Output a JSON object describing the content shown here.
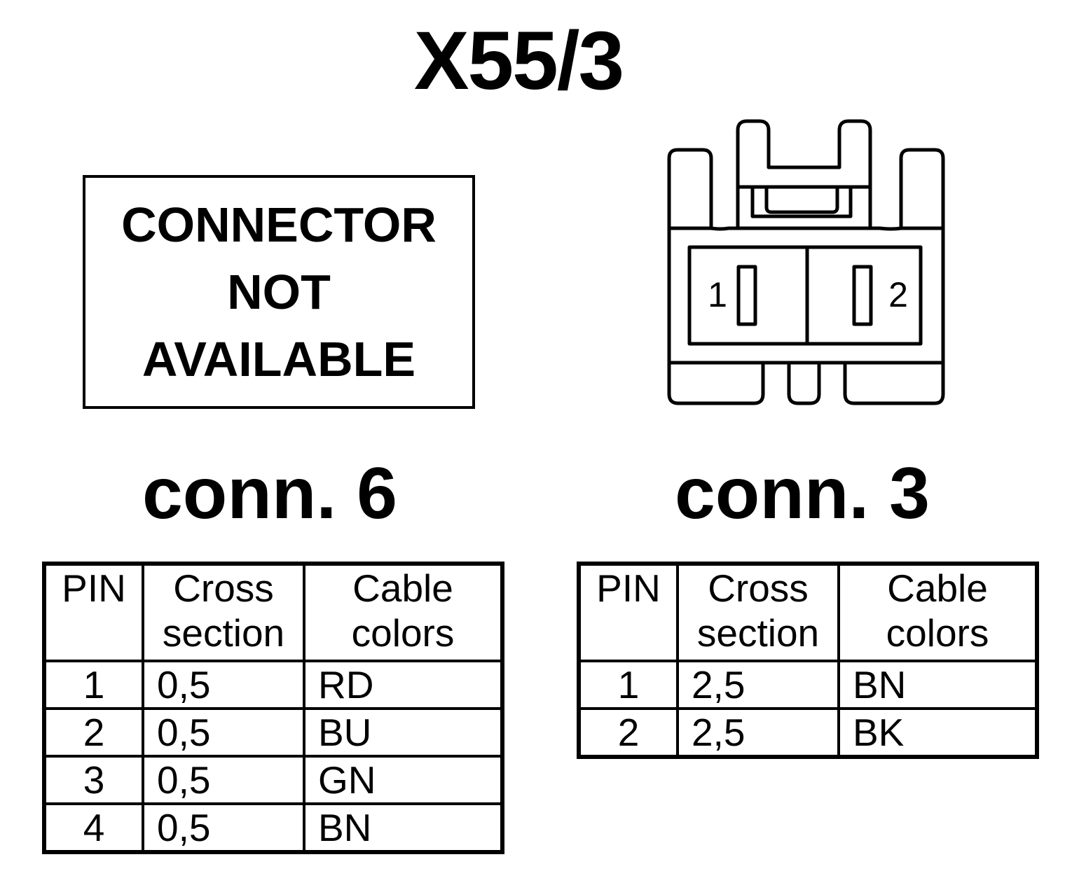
{
  "title": "X55/3",
  "not_available_box": {
    "lines": [
      "CONNECTOR",
      "NOT",
      "AVAILABLE"
    ]
  },
  "connector_drawing": {
    "pin_labels": [
      "1",
      "2"
    ]
  },
  "conn6": {
    "label": "conn. 6",
    "headers": {
      "pin": "PIN",
      "cross_line1": "Cross",
      "cross_line2": "section",
      "color_line1": "Cable",
      "color_line2": "colors"
    },
    "rows": [
      {
        "pin": "1",
        "cross": "0,5",
        "color": "RD"
      },
      {
        "pin": "2",
        "cross": "0,5",
        "color": "BU"
      },
      {
        "pin": "3",
        "cross": "0,5",
        "color": "GN"
      },
      {
        "pin": "4",
        "cross": "0,5",
        "color": "BN"
      }
    ]
  },
  "conn3": {
    "label": "conn. 3",
    "headers": {
      "pin": "PIN",
      "cross_line1": "Cross",
      "cross_line2": "section",
      "color_line1": "Cable",
      "color_line2": "colors"
    },
    "rows": [
      {
        "pin": "1",
        "cross": "2,5",
        "color": "BN"
      },
      {
        "pin": "2",
        "cross": "2,5",
        "color": "BK"
      }
    ]
  }
}
